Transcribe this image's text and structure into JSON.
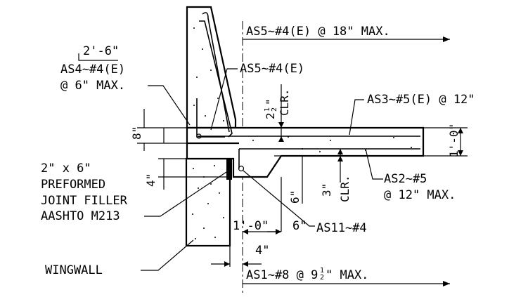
{
  "labels": {
    "as5_top": "AS5~#4(E) @ 18\" MAX.",
    "as5_mid": "AS5~#4(E)",
    "as4_dim": "2'-6\"",
    "as4_line1": "AS4~#4(E)",
    "as4_line2": "@ 6\" MAX.",
    "as3": "AS3~#5(E) @ 12\"",
    "as2_line1": "AS2~#5",
    "as2_line2": "@ 12\" MAX.",
    "filler_line1": "2\" x 6\"",
    "filler_line2": "PREFORMED",
    "filler_line3": "JOINT FILLER",
    "filler_line4": "AASHTO M213",
    "as11": "AS11~#4",
    "wingwall": "WINGWALL",
    "as1_main": "AS1~#8 @ 9",
    "as1_frac_num": "1",
    "as1_frac_den": "2",
    "as1_tail": "\" MAX."
  },
  "dims": {
    "clr_top_whole": "2",
    "clr_top_num": "1",
    "clr_top_den": "2",
    "clr_top_unit": "\"",
    "clr_top_text": "CLR.",
    "eight": "8\"",
    "one_foot_right": "1'-0\"",
    "four_left": "4\"",
    "three_clr": "3\"",
    "clr_bot_text": "CLR.",
    "six_vert": "6\"",
    "one_foot_bottom": "1'-0\"",
    "six_horiz": "6\"",
    "four_bottom": "4\""
  }
}
